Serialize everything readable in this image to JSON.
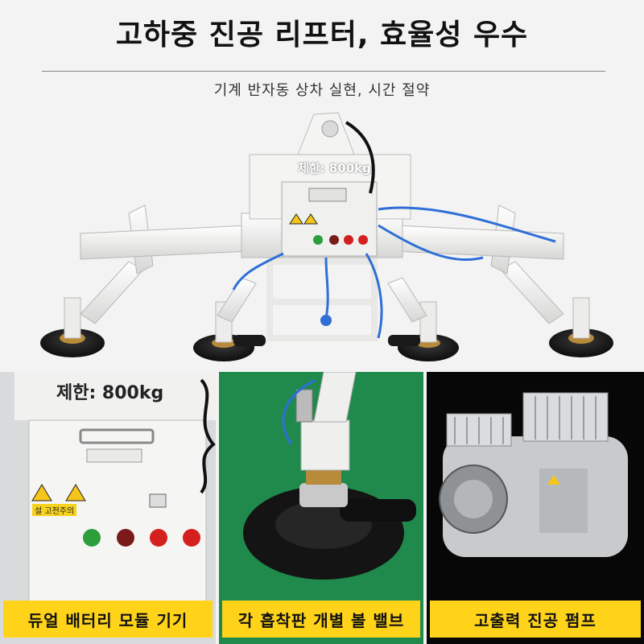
{
  "header": {
    "title": "고하중 진공 리프터, 효율성 우수",
    "subtitle": "기계 반자동 상차 실현, 시간 절약"
  },
  "hero": {
    "limit_label": "제한: 800kg"
  },
  "panels": [
    {
      "limit_label": "제한: 800kg",
      "warning_text": "설 고전주의",
      "caption": "듀얼 배터리 모듈 기기"
    },
    {
      "caption": "각 흡착판 개별 볼 밸브"
    },
    {
      "caption": "고출력 진공 펌프"
    }
  ],
  "colors": {
    "caption_bg": "#ffd31a",
    "frame": "#f4f4f2",
    "hose": "#2f6fd6",
    "panel2_bg": "#1f8a4c",
    "panel3_bg": "#070707"
  }
}
